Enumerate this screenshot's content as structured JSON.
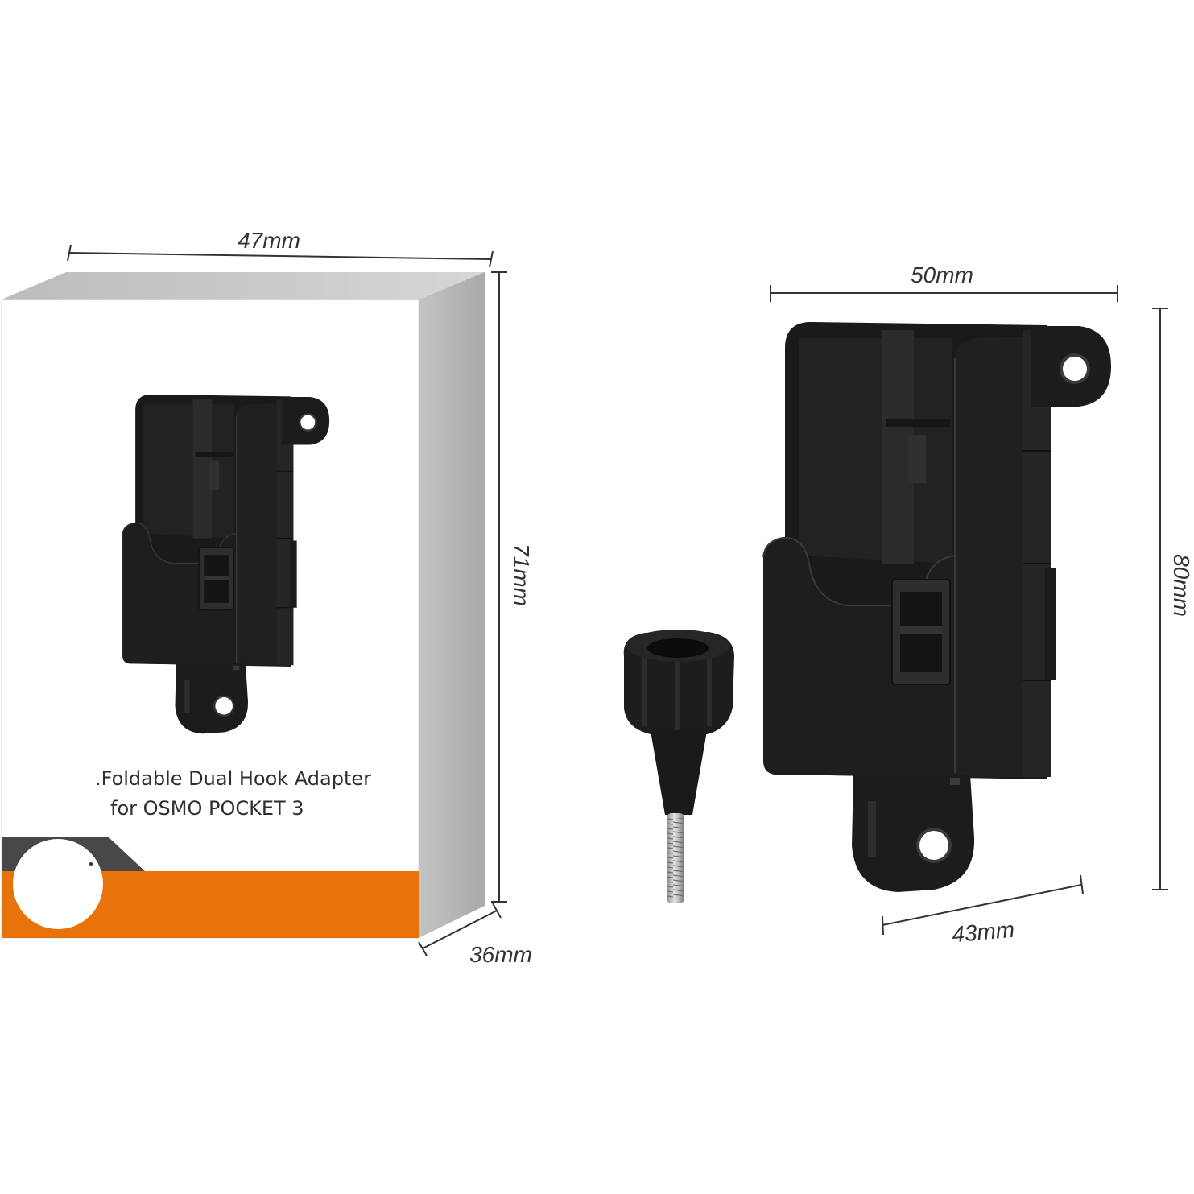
{
  "dimensions": {
    "box_width": "47mm",
    "box_height": "71mm",
    "box_depth": "36mm",
    "adapter_width": "50mm",
    "adapter_height": "80mm",
    "adapter_depth": "43mm"
  },
  "box": {
    "title_line1": ".Foldable Dual Hook Adapter",
    "title_line2": "for OSMO POCKET 3"
  },
  "colors": {
    "accent_orange": "#e8730a",
    "stripe_dark": "#484848",
    "product_black": "#1c1c1c",
    "box_side_gray": "#b3b3b3"
  }
}
